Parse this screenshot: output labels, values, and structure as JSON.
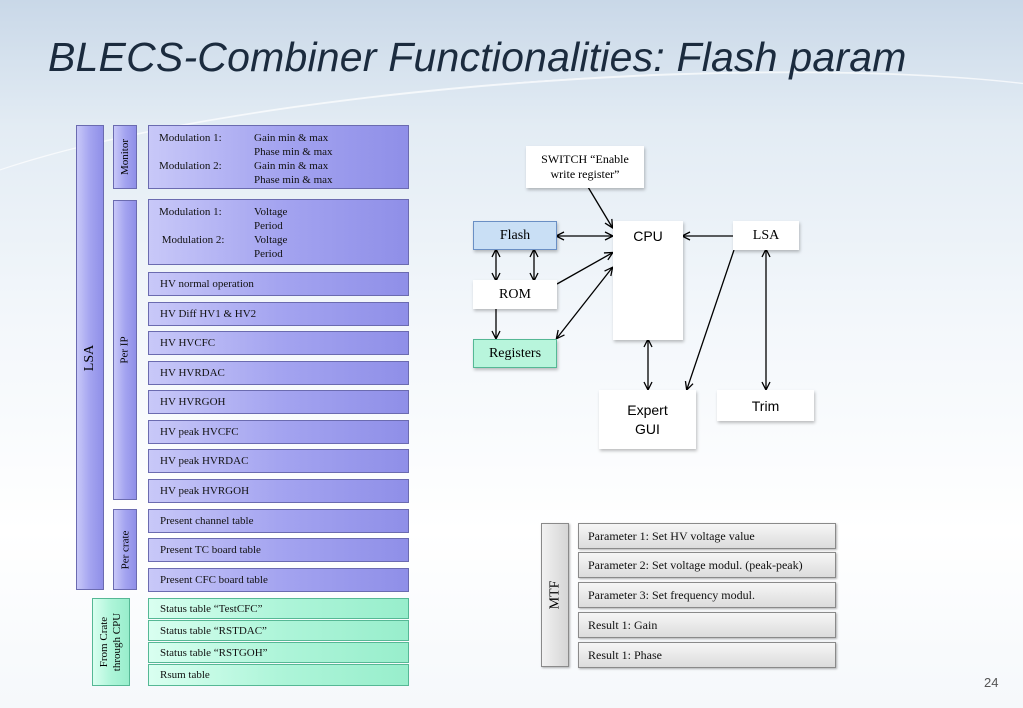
{
  "title": "BLECS-Combiner Functionalities: Flash param",
  "left_panel": {
    "lsa_label": "LSA",
    "monitor_label": "Monitor",
    "per_ip_label": "Per IP",
    "per_crate_label": "Per crate",
    "from_crate_label_1": "From Crate",
    "from_crate_label_2": "through CPU",
    "monitor_box": [
      {
        "k": "Modulation 1:",
        "v": "Gain min & max"
      },
      {
        "k": "",
        "v": "Phase min & max"
      },
      {
        "k": "Modulation 2:",
        "v": "Gain min & max"
      },
      {
        "k": "",
        "v": "Phase min & max"
      }
    ],
    "perip_box": [
      {
        "k": "Modulation 1:",
        "v": "Voltage"
      },
      {
        "k": "",
        "v": "Period"
      },
      {
        "k": " Modulation 2:",
        "v": "Voltage"
      },
      {
        "k": "",
        "v": "Period"
      }
    ],
    "hv_items": [
      "HV normal operation",
      "HV Diff HV1 & HV2",
      "HV HVCFC",
      "HV HVRDAC",
      "HV HVRGOH",
      "HV peak HVCFC",
      "HV peak HVRDAC",
      "HV peak HVRGOH"
    ],
    "crate_items": [
      "Present channel table",
      "Present TC board table",
      "Present CFC board table"
    ],
    "status_items": [
      "Status table “TestCFC”",
      "Status table “RSTDAC”",
      "Status table “RSTGOH”",
      "Rsum table"
    ]
  },
  "diagram": {
    "switch": "SWITCH “Enable write register”",
    "flash": "Flash",
    "cpu": "CPU",
    "lsa": "LSA",
    "rom": "ROM",
    "registers": "Registers",
    "expert_1": "Expert",
    "expert_2": "GUI",
    "trim": "Trim"
  },
  "mtf": {
    "label": "MTF",
    "items": [
      "Parameter 1: Set HV voltage value",
      "Parameter 2: Set voltage modul. (peak-peak)",
      "Parameter 3: Set frequency modul.",
      "Result 1: Gain",
      "Result 1: Phase"
    ]
  },
  "page_number": "24",
  "colors": {
    "purple_fill": "#a4a4f0",
    "mint_fill": "#aef5d9",
    "flash_fill": "#c9dff5",
    "registers_fill": "#b8f5dc"
  }
}
